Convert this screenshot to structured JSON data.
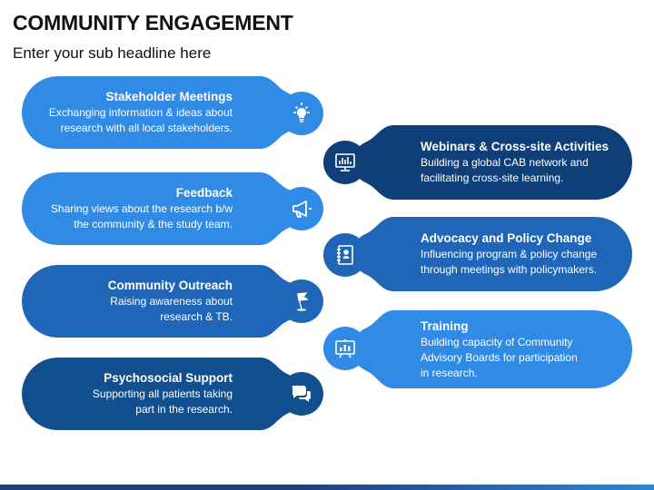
{
  "header": {
    "title": "COMMUNITY ENGAGEMENT",
    "subtitle": "Enter your sub headline here"
  },
  "colors": {
    "light": "#2f8be6",
    "mid": "#1f66b8",
    "dark": "#124f8f",
    "darkest": "#0f3f78"
  },
  "left_items": [
    {
      "title": "Stakeholder Meetings",
      "desc1": "Exchanging information & ideas about",
      "desc2": "research with all local stakeholders.",
      "icon": "lightbulb-icon"
    },
    {
      "title": "Feedback",
      "desc1": "Sharing views about the research b/w",
      "desc2": "the community & the study team.",
      "icon": "megaphone-icon"
    },
    {
      "title": "Community Outreach",
      "desc1": "Raising awareness about",
      "desc2": "research & TB.",
      "icon": "flag-icon"
    },
    {
      "title": "Psychosocial Support",
      "desc1": "Supporting all patients taking",
      "desc2": "part in the research.",
      "icon": "chat-bubbles-icon"
    }
  ],
  "right_items": [
    {
      "title": "Webinars & Cross-site Activities",
      "desc1": "Building a global CAB network and",
      "desc2": "facilitating cross-site learning.",
      "icon": "monitor-icon"
    },
    {
      "title": "Advocacy and Policy Change",
      "desc1": "Influencing program & policy change",
      "desc2": "through meetings with policymakers.",
      "icon": "notebook-icon"
    },
    {
      "title": "Training",
      "desc1": "Building capacity of Community",
      "desc2": "Advisory Boards for participation",
      "desc3": "in research.",
      "icon": "presentation-board-icon"
    }
  ]
}
